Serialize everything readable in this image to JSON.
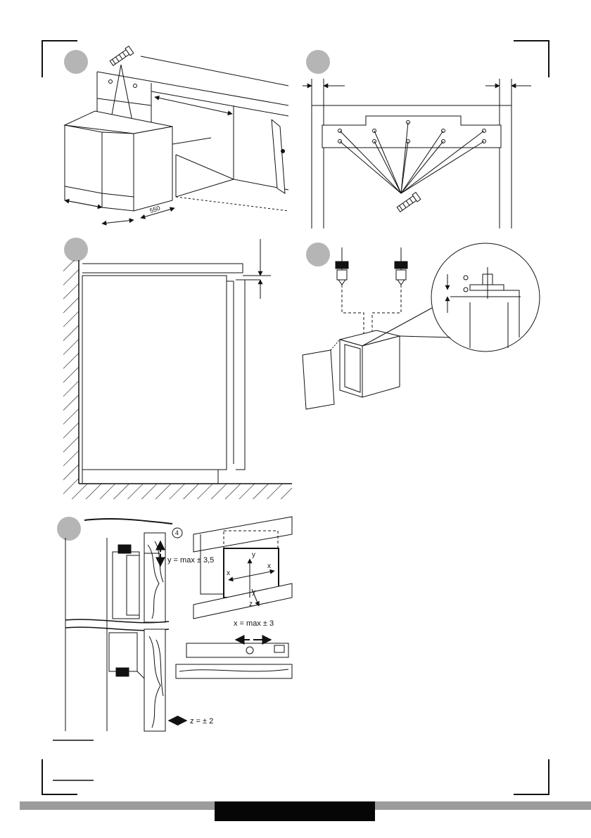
{
  "figures": {
    "fig1": {
      "dim_depth": "550"
    },
    "fig4": {
      "callout": "4",
      "y_label": "y = max ± 3,5",
      "x_label": "x = max ± 3",
      "z_label": "z = ± 2",
      "axis_x": "x",
      "axis_y": "y",
      "axis_z": "z"
    }
  },
  "colors": {
    "line": "#111111",
    "footer_band": "#9c9c9c",
    "footer_tab": "#060606",
    "step_marker": "#b5b5b5"
  },
  "icons": [
    "screw-icon",
    "bolt-icon",
    "step-marker"
  ]
}
